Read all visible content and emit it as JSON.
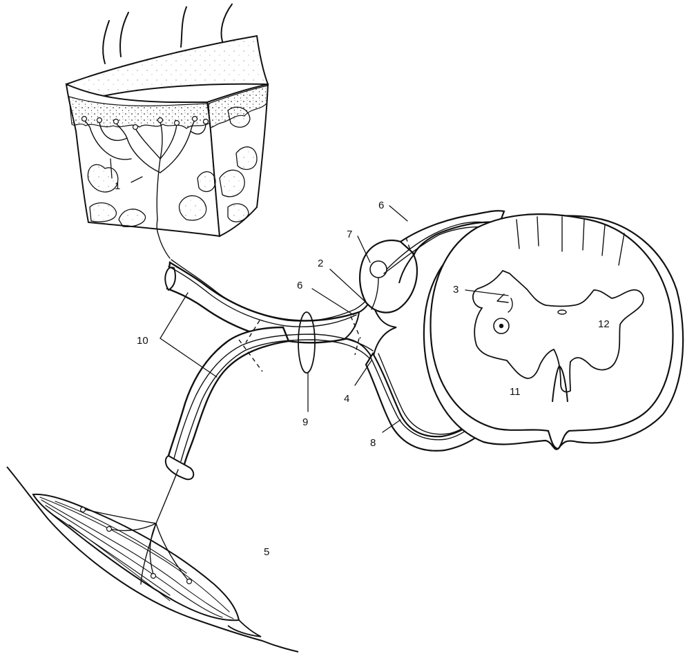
{
  "labels": {
    "l1": "1",
    "l2": "2",
    "l3": "3",
    "l4": "4",
    "l5": "5",
    "l6a": "6",
    "l6b": "6",
    "l7": "7",
    "l8": "8",
    "l9": "9",
    "l10": "10",
    "l11": "11",
    "l12": "12"
  }
}
